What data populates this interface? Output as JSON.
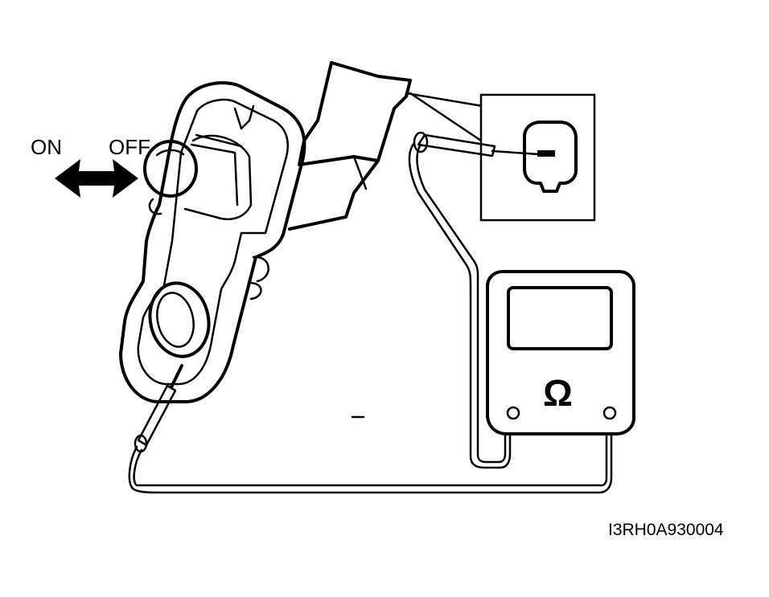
{
  "labels": {
    "on": "ON",
    "off": "OFF",
    "ohm_symbol": "Ω",
    "figure_code": "I3RH0A930004"
  },
  "icons": {
    "switch_direction": "double-arrow-icon",
    "meter": "ohmmeter-icon",
    "connector": "connector-terminal-icon"
  },
  "colors": {
    "ink": "#000000",
    "paper": "#ffffff"
  }
}
